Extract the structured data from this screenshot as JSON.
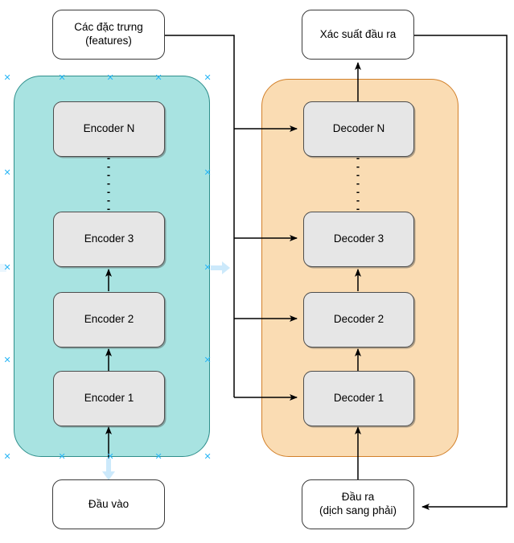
{
  "diagram": {
    "title": "Transformer encoder-decoder diagram",
    "colors": {
      "encoder_container_fill": "#a8e3e1",
      "encoder_container_stroke": "#2f8f8c",
      "decoder_container_fill": "#fadcb3",
      "decoder_container_stroke": "#d2802a",
      "block_fill": "#e6e6e6",
      "block_stroke": "#4d4d4d",
      "plain_fill": "#ffffff",
      "plain_stroke": "#3b3b3b",
      "connector": "#000000",
      "selection_handle": "#29b6f6",
      "selection_arrow": "#cce9fb"
    },
    "nodes": {
      "features": "Các đặc trưng\n(features)",
      "output_probabilities": "Xác suất đầu ra",
      "input": "Đầu vào",
      "output_shifted": "Đầu ra\n(dịch sang phải)",
      "encoder_n": "Encoder N",
      "encoder_3": "Encoder 3",
      "encoder_2": "Encoder 2",
      "encoder_1": "Encoder 1",
      "decoder_n": "Decoder N",
      "decoder_3": "Decoder 3",
      "decoder_2": "Decoder 2",
      "decoder_1": "Decoder 1"
    },
    "encoder_stack": [
      "Encoder N",
      "Encoder 3",
      "Encoder 2",
      "Encoder 1"
    ],
    "decoder_stack": [
      "Decoder N",
      "Decoder 3",
      "Decoder 2",
      "Decoder 1"
    ],
    "selection": {
      "target": "Các đặc trưng\n(features)",
      "handle_glyph": "✕",
      "handle_count": 12
    }
  }
}
